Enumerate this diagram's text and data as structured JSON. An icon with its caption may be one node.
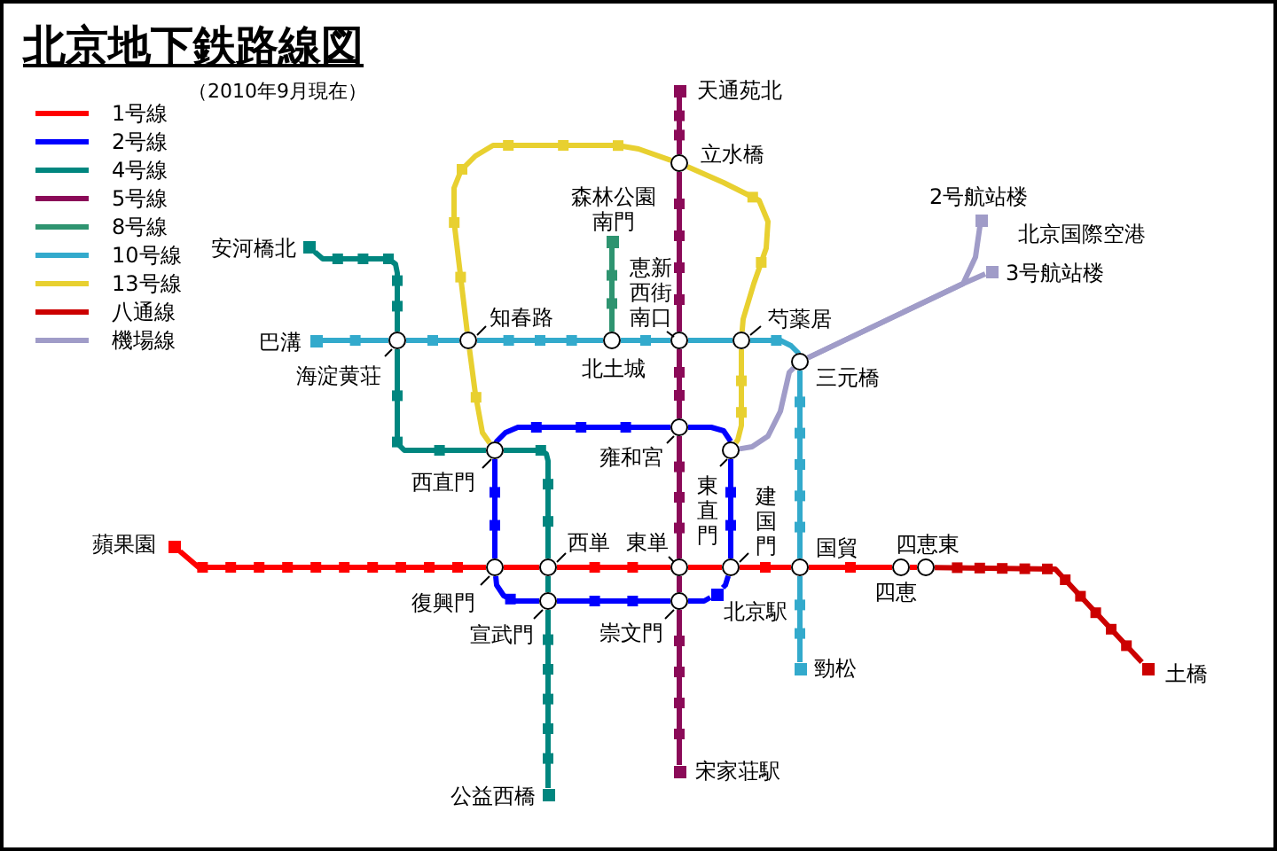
{
  "diagram": {
    "title": "北京地下鉄路線図",
    "nodes": [
      {
        "text": [],
        "shape": "box",
        "beside": [
          "天通苑北"
        ]
      },
      {
        "text": [],
        "shape": "circle",
        "beside": [
          "立水橋"
        ]
      },
      {
        "text": [],
        "shape": "box",
        "beside": [
          "2号航站楼"
        ]
      },
      {
        "text": [],
        "shape": "box",
        "beside": [
          "3号航站楼"
        ]
      },
      {
        "text": [],
        "shape": "box",
        "beside": [
          "安河橋北"
        ]
      },
      {
        "text": [],
        "shape": "box",
        "beside": [
          "森林公園南門"
        ]
      },
      {
        "text": [],
        "shape": "circle",
        "beside": [
          "恵新西街南口"
        ]
      },
      {
        "text": [],
        "shape": "box",
        "beside": [
          "巴溝"
        ]
      },
      {
        "text": [],
        "shape": "circle",
        "beside": [
          "海淀黄荘"
        ]
      },
      {
        "text": [],
        "shape": "circle",
        "beside": [
          "知春路"
        ]
      },
      {
        "text": [],
        "shape": "circle",
        "beside": [
          "北土城"
        ]
      },
      {
        "text": [],
        "shape": "circle",
        "beside": [
          "芍薬居"
        ]
      },
      {
        "text": [],
        "shape": "circle",
        "beside": [
          "三元橋"
        ]
      },
      {
        "text": [],
        "shape": "circle",
        "beside": [
          "雍和宮"
        ]
      },
      {
        "text": [],
        "shape": "circle",
        "beside": [
          "西直門"
        ]
      },
      {
        "text": [],
        "shape": "circle",
        "beside": [
          "東直門"
        ]
      },
      {
        "text": [],
        "shape": "box",
        "beside": [
          "蘋果園"
        ]
      },
      {
        "text": [],
        "shape": "circle",
        "beside": [
          "建国門"
        ]
      },
      {
        "text": [],
        "shape": "circle",
        "beside": [
          "西単"
        ]
      },
      {
        "text": [],
        "shape": "circle",
        "beside": [
          "東単"
        ]
      },
      {
        "text": [],
        "shape": "circle",
        "beside": [
          "国貿"
        ]
      },
      {
        "text": [],
        "shape": "circle",
        "beside": [
          "四恵東"
        ]
      },
      {
        "text": [],
        "shape": "circle",
        "beside": [
          "復興門"
        ]
      },
      {
        "text": [],
        "shape": "circle",
        "beside": [
          "四恵"
        ]
      },
      {
        "text": [],
        "shape": "circle",
        "beside": [
          "宣武門"
        ]
      },
      {
        "text": [],
        "shape": "circle",
        "beside": [
          "崇文門"
        ]
      },
      {
        "text": [],
        "shape": "box",
        "beside": [
          "北京駅"
        ]
      },
      {
        "text": [],
        "shape": "box",
        "beside": [
          "土橋"
        ]
      },
      {
        "text": [],
        "shape": "box",
        "beside": [
          "勁松"
        ]
      },
      {
        "text": [],
        "shape": "box",
        "beside": [
          "公益西橋"
        ]
      },
      {
        "text": [],
        "shape": "box",
        "beside": [
          "宋家荘駅"
        ]
      }
    ],
    "edges": [
      {
        "from": 16,
        "to": 22,
        "arrow": "none",
        "color": "#ff0000"
      },
      {
        "from": 22,
        "to": 18,
        "arrow": "none",
        "color": "#ff0000"
      },
      {
        "from": 18,
        "to": 19,
        "arrow": "none",
        "color": "#ff0000"
      },
      {
        "from": 19,
        "to": 17,
        "arrow": "none",
        "color": "#ff0000"
      },
      {
        "from": 17,
        "to": 20,
        "arrow": "none",
        "color": "#ff0000"
      },
      {
        "from": 20,
        "to": 23,
        "arrow": "none",
        "color": "#ff0000"
      },
      {
        "from": 23,
        "to": 21,
        "arrow": "none",
        "color": "#ff0000"
      },
      {
        "from": 14,
        "to": 22,
        "arrow": "none",
        "color": "#0000ff"
      },
      {
        "from": 22,
        "to": 24,
        "arrow": "none",
        "color": "#0000ff"
      },
      {
        "from": 24,
        "to": 25,
        "arrow": "none",
        "color": "#0000ff"
      },
      {
        "from": 25,
        "to": 26,
        "arrow": "none",
        "color": "#0000ff"
      },
      {
        "from": 26,
        "to": 17,
        "arrow": "none",
        "color": "#0000ff"
      },
      {
        "from": 17,
        "to": 15,
        "arrow": "none",
        "color": "#0000ff"
      },
      {
        "from": 15,
        "to": 13,
        "arrow": "none",
        "color": "#0000ff"
      },
      {
        "from": 13,
        "to": 14,
        "arrow": "none",
        "color": "#0000ff"
      },
      {
        "from": 4,
        "to": 8,
        "arrow": "none",
        "color": "#00867f"
      },
      {
        "from": 8,
        "to": 14,
        "arrow": "none",
        "color": "#00867f"
      },
      {
        "from": 14,
        "to": 18,
        "arrow": "none",
        "color": "#00867f"
      },
      {
        "from": 18,
        "to": 24,
        "arrow": "none",
        "color": "#00867f"
      },
      {
        "from": 24,
        "to": 29,
        "arrow": "none",
        "color": "#00867f"
      },
      {
        "from": 0,
        "to": 1,
        "arrow": "none",
        "color": "#8b0a58"
      },
      {
        "from": 1,
        "to": 6,
        "arrow": "none",
        "color": "#8b0a58"
      },
      {
        "from": 6,
        "to": 13,
        "arrow": "none",
        "color": "#8b0a58"
      },
      {
        "from": 13,
        "to": 19,
        "arrow": "none",
        "color": "#8b0a58"
      },
      {
        "from": 19,
        "to": 25,
        "arrow": "none",
        "color": "#8b0a58"
      },
      {
        "from": 25,
        "to": 30,
        "arrow": "none",
        "color": "#8b0a58"
      },
      {
        "from": 5,
        "to": 10,
        "arrow": "none",
        "color": "#2e9470"
      },
      {
        "from": 7,
        "to": 8,
        "arrow": "none",
        "color": "#33aacc"
      },
      {
        "from": 8,
        "to": 9,
        "arrow": "none",
        "color": "#33aacc"
      },
      {
        "from": 9,
        "to": 10,
        "arrow": "none",
        "color": "#33aacc"
      },
      {
        "from": 10,
        "to": 6,
        "arrow": "none",
        "color": "#33aacc"
      },
      {
        "from": 6,
        "to": 11,
        "arrow": "none",
        "color": "#33aacc"
      },
      {
        "from": 11,
        "to": 12,
        "arrow": "none",
        "color": "#33aacc"
      },
      {
        "from": 12,
        "to": 20,
        "arrow": "none",
        "color": "#33aacc"
      },
      {
        "from": 20,
        "to": 28,
        "arrow": "none",
        "color": "#33aacc"
      },
      {
        "from": 14,
        "to": 9,
        "arrow": "none",
        "color": "#e8d030"
      },
      {
        "from": 9,
        "to": 1,
        "arrow": "none",
        "color": "#e8d030"
      },
      {
        "from": 1,
        "to": 11,
        "arrow": "none",
        "color": "#e8d030"
      },
      {
        "from": 11,
        "to": 15,
        "arrow": "none",
        "color": "#e8d030"
      },
      {
        "from": 21,
        "to": 27,
        "arrow": "none",
        "color": "#cc0000"
      },
      {
        "from": 15,
        "to": 12,
        "arrow": "none",
        "color": "#a09cc8"
      },
      {
        "from": 12,
        "to": 2,
        "arrow": "none",
        "color": "#a09cc8"
      },
      {
        "from": 12,
        "to": 3,
        "arrow": "none",
        "color": "#a09cc8"
      }
    ],
    "labels": [
      "（2010年9月現在）",
      "北京国際空港"
    ],
    "legend": [
      {
        "text": "1号線",
        "color": "#ff0000"
      },
      {
        "text": "2号線",
        "color": "#0000ff"
      },
      {
        "text": "4号線",
        "color": "#00867f"
      },
      {
        "text": "5号線",
        "color": "#8b0a58"
      },
      {
        "text": "8号線",
        "color": "#2e9470"
      },
      {
        "text": "10号線",
        "color": "#33aacc"
      },
      {
        "text": "13号線",
        "color": "#e8d030"
      },
      {
        "text": "八通線",
        "color": "#cc0000"
      },
      {
        "text": "機場線",
        "color": "#a09cc8"
      }
    ]
  }
}
